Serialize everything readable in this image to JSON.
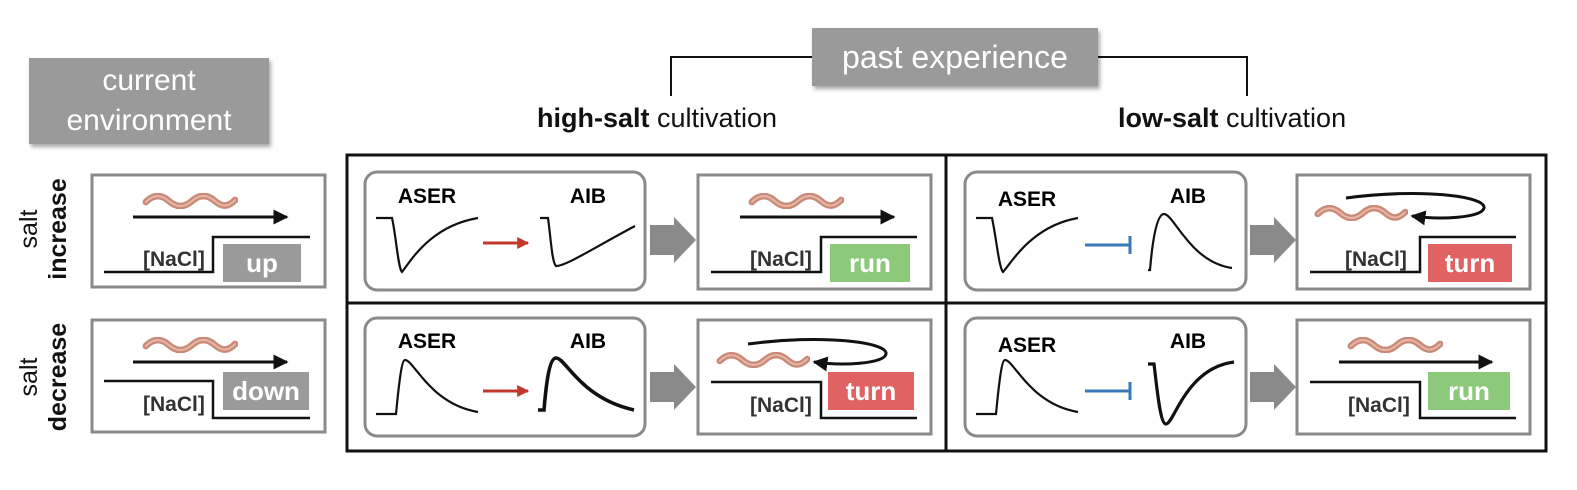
{
  "header": {
    "current_environment_l1": "current",
    "current_environment_l2": "environment",
    "past_experience": "past experience"
  },
  "columns": {
    "high_bold": "high-salt",
    "high_rest": " cultivation",
    "low_bold": "low-salt",
    "low_rest": " cultivation"
  },
  "rows": {
    "increase_l1": "salt",
    "increase_l2": "increase",
    "decrease_l1": "salt",
    "decrease_l2": "decrease"
  },
  "env": {
    "increase_stimulus": "[NaCl]",
    "increase_label": "up",
    "decrease_stimulus": "[NaCl]",
    "decrease_label": "down"
  },
  "neurons": {
    "aser": "ASER",
    "aib": "AIB"
  },
  "behaviors": {
    "high_increase": "run",
    "low_increase": "turn",
    "high_decrease": "turn",
    "low_decrease": "run",
    "stimulus": "[NaCl]"
  },
  "colors": {
    "label_gray": "#9a9a9a",
    "run_green": "#8cc97a",
    "turn_red": "#e06262",
    "excite_red": "#c0392b",
    "inhibit_blue": "#3a78b8",
    "worm": "#c98a78"
  }
}
